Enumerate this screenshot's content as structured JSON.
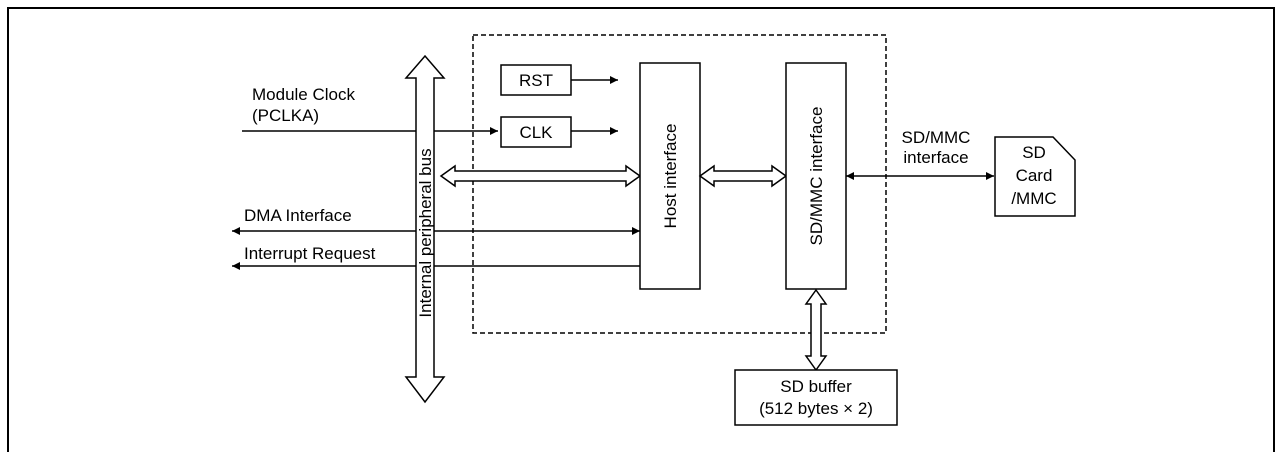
{
  "inputs": {
    "module_clock": [
      "Module Clock",
      "(PCLKA)"
    ],
    "dma": "DMA Interface",
    "interrupt": "Interrupt Request"
  },
  "bus": {
    "label": "Internal peripheral bus"
  },
  "blocks": {
    "rst": "RST",
    "clk": "CLK",
    "host_interface": "Host interface",
    "sdmmc_interface": "SD/MMC interface"
  },
  "external": {
    "link_label": [
      "SD/MMC",
      "interface"
    ],
    "card": [
      "SD",
      "Card",
      "/MMC"
    ],
    "buffer": [
      "SD buffer",
      "(512 bytes × 2)"
    ]
  }
}
